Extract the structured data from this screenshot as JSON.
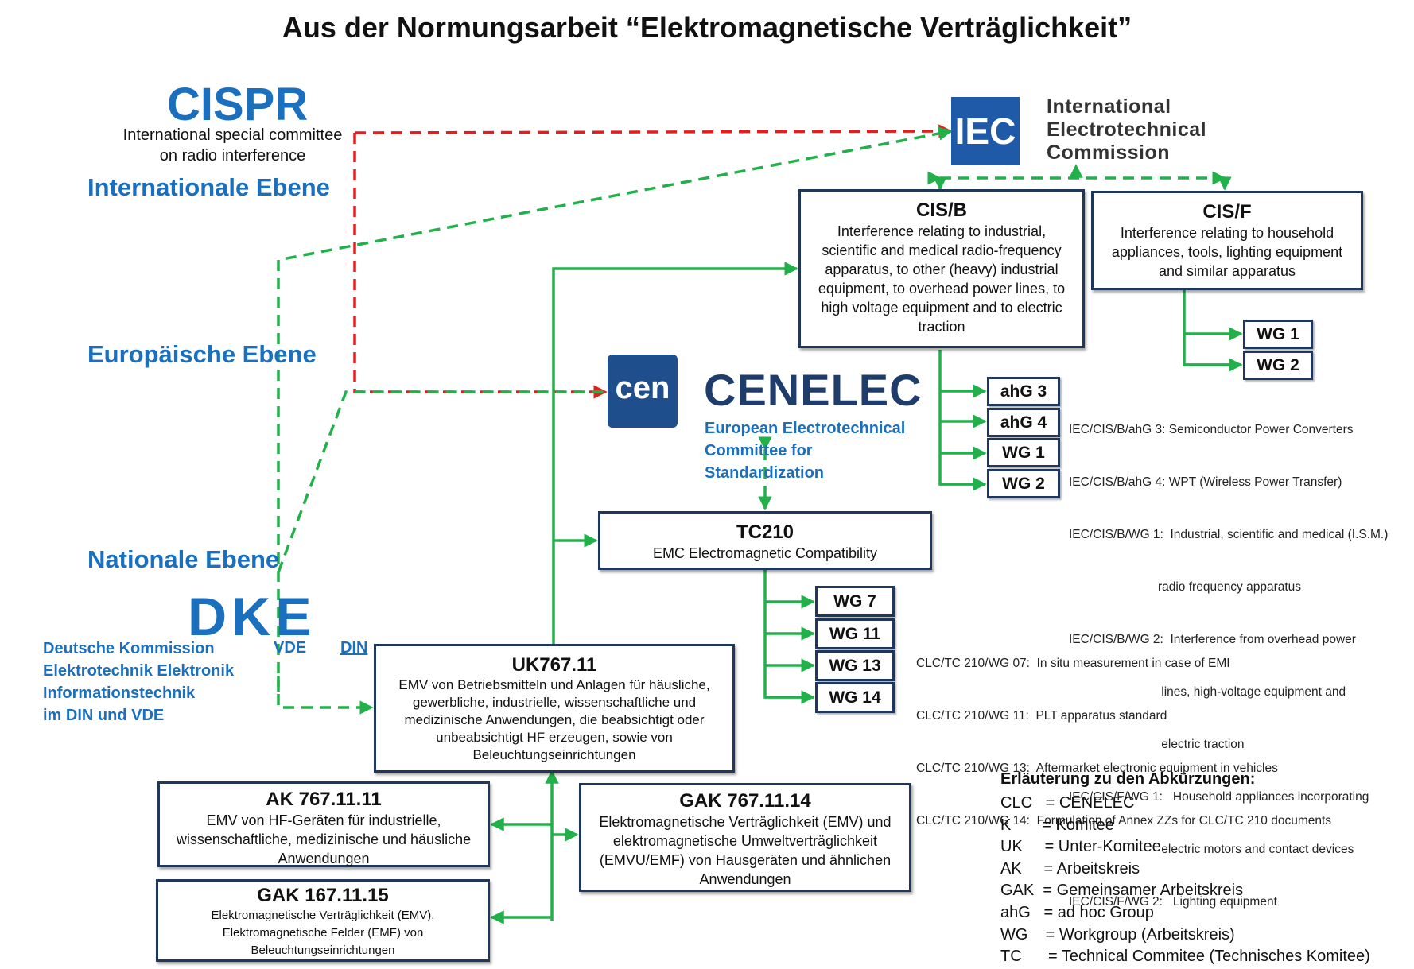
{
  "title": "Aus der Normungsarbeit “Elektromagnetische Verträglichkeit”",
  "cispr": {
    "acronym": "CISPR",
    "line1": "International special committee",
    "line2": "on radio interference"
  },
  "levels": {
    "international": "Internationale Ebene",
    "european": "Europäische Ebene",
    "national": "Nationale Ebene"
  },
  "iec": {
    "logo_text": "IEC",
    "name_line1": "International",
    "name_line2": "Electrotechnical",
    "name_line3": "Commission"
  },
  "cenelec": {
    "logo_text": "cen",
    "word": "CENELEC",
    "sub_line1": "European Electrotechnical",
    "sub_line2": "Committee for",
    "sub_line3": "Standardization"
  },
  "dke": {
    "logo_text": "DKE",
    "vde": "VDE",
    "din": "DIN",
    "line1": "Deutsche Kommission",
    "line2": "Elektrotechnik Elektronik",
    "line3": "Informationstechnik",
    "line4": "im DIN und VDE"
  },
  "boxes": {
    "cisb": {
      "title": "CIS/B",
      "l1": "Interference relating to industrial,",
      "l2": "scientific and medical radio-frequency",
      "l3": "apparatus, to other (heavy) industrial",
      "l4": "equipment, to overhead power lines, to",
      "l5": "high voltage equipment and to electric",
      "l6": "traction"
    },
    "cisf": {
      "title": "CIS/F",
      "l1": "Interference relating to household",
      "l2": "appliances, tools, lighting equipment",
      "l3": "and similar apparatus"
    },
    "tc210": {
      "title": "TC210",
      "l1": "EMC Electromagnetic Compatibility"
    },
    "uk": {
      "title": "UK767.11",
      "l1": "EMV von Betriebsmitteln und Anlagen für häusliche,",
      "l2": "gewerbliche, industrielle, wissenschaftliche und",
      "l3": "medizinische Anwendungen, die beabsichtigt oder",
      "l4": "unbeabsichtigt HF erzeugen, sowie von",
      "l5": "Beleuchtungseinrichtungen"
    },
    "ak": {
      "title": "AK 767.11.11",
      "l1": "EMV von HF-Geräten für industrielle,",
      "l2": "wissenschaftliche, medizinische und häusliche",
      "l3": "Anwendungen"
    },
    "gak14": {
      "title": "GAK 767.11.14",
      "l1": "Elektromagnetische Verträglichkeit (EMV) und",
      "l2": "elektromagnetische Umweltverträglichkeit",
      "l3": "(EMVU/EMF) von Hausgeräten und ähnlichen",
      "l4": "Anwendungen"
    },
    "gak15": {
      "title": "GAK 167.11.15",
      "l1": "Elektromagnetische Verträglichkeit (EMV),",
      "l2": "Elektromagnetische Felder (EMF) von",
      "l3": "Beleuchtungseinrichtungen"
    }
  },
  "wgs": {
    "cisf_wg1": "WG 1",
    "cisf_wg2": "WG 2",
    "cisb_ahg3": "ahG 3",
    "cisb_ahg4": "ahG 4",
    "cisb_wg1": "WG 1",
    "cisb_wg2": "WG 2",
    "tc_wg7": "WG 7",
    "tc_wg11": "WG 11",
    "tc_wg13": "WG 13",
    "tc_wg14": "WG 14"
  },
  "iec_notes": [
    "IEC/CIS/B/ahG 3: Semiconductor Power Converters",
    "IEC/CIS/B/ahG 4: WPT (Wireless Power Transfer)",
    "IEC/CIS/B/WG 1:  Industrial, scientific and medical (I.S.M.)",
    "                          radio frequency apparatus",
    "IEC/CIS/B/WG 2:  Interference from overhead power",
    "                           lines, high-voltage equipment and",
    "                           electric traction",
    "IEC/CIS/F/WG 1:   Household appliances incorporating",
    "                           electric motors and contact devices",
    "IEC/CIS/F/WG 2:   Lighting equipment"
  ],
  "tc_notes": [
    "CLC/TC 210/WG 07:  In situ measurement in case of EMI",
    "CLC/TC 210/WG 11:  PLT apparatus standard",
    "CLC/TC 210/WG 13:  Aftermarket electronic equipment in vehicles",
    "CLC/TC 210/WG 14:  Formulation of Annex ZZs for CLC/TC 210 documents"
  ],
  "legend": {
    "title": "Erläuterung zu den Abkürzungen:",
    "rows": [
      "CLC   = CENELEC",
      "K       = Komitee",
      "UK     = Unter-Komitee",
      "AK     = Arbeitskreis",
      "GAK  = Gemeinsamer Arbeitskreis",
      "ahG   = ad hoc Group",
      "WG    = Workgroup (Arbeitskreis)",
      "TC      = Technical Commitee (Technisches Komitee)"
    ]
  },
  "colors": {
    "accent_blue": "#1a6fbf",
    "box_border": "#20375c",
    "green_line": "#22b04b",
    "red_dash": "#e81c1c"
  }
}
